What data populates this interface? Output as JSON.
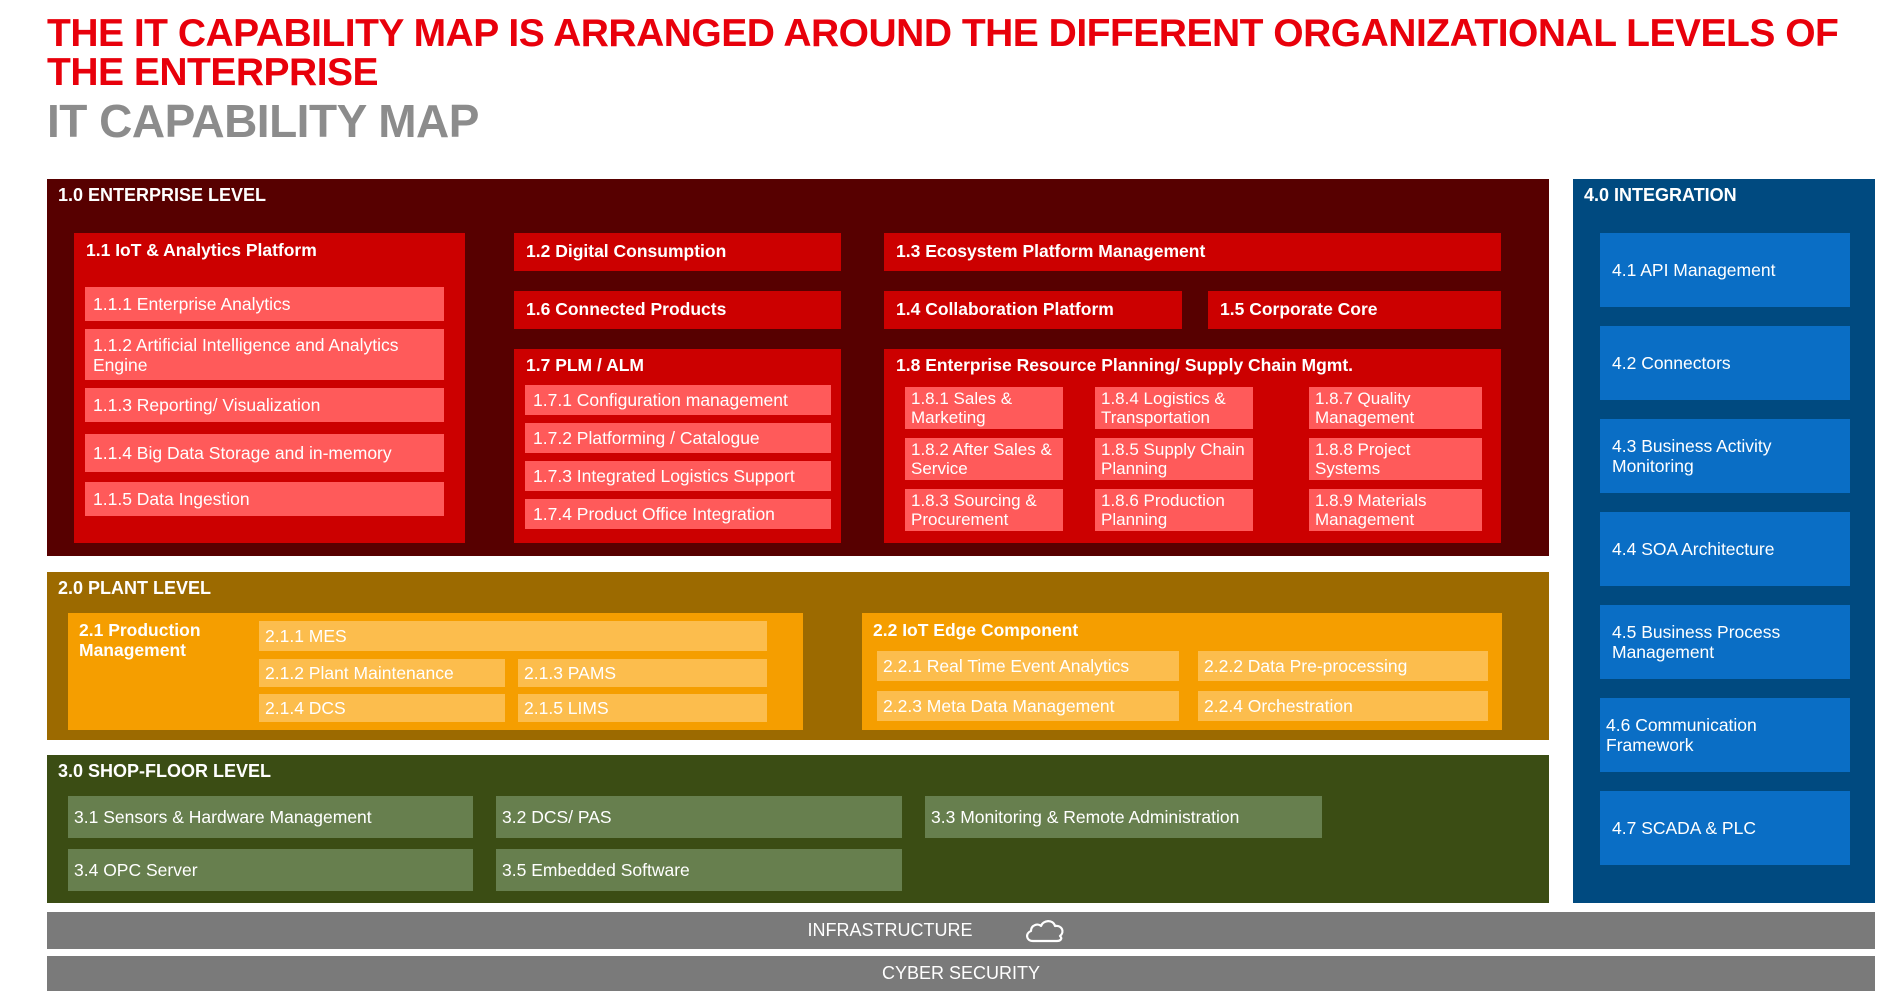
{
  "title": "THE IT CAPABILITY MAP IS ARRANGED AROUND THE DIFFERENT ORGANIZATIONAL LEVELS OF THE ENTERPRISE",
  "subtitle": "IT CAPABILITY MAP",
  "enterprise": {
    "label": "1.0 ENTERPRISE LEVEL",
    "iot": {
      "label": "1.1 IoT & Analytics Platform",
      "items": [
        "1.1.1 Enterprise Analytics",
        "1.1.2 Artificial Intelligence and Analytics Engine",
        "1.1.3 Reporting/ Visualization",
        "1.1.4 Big Data Storage and in-memory",
        "1.1.5 Data Ingestion"
      ]
    },
    "digital_consumption": "1.2 Digital Consumption",
    "ecosystem": "1.3 Ecosystem Platform Management",
    "connected_products": "1.6 Connected Products",
    "collaboration": "1.4 Collaboration Platform",
    "corporate_core": "1.5 Corporate Core",
    "plm": {
      "label": "1.7 PLM / ALM",
      "items": [
        "1.7.1 Configuration management",
        "1.7.2 Platforming / Catalogue",
        "1.7.3 Integrated Logistics Support",
        "1.7.4 Product Office Integration"
      ]
    },
    "erp": {
      "label": "1.8 Enterprise Resource Planning/ Supply Chain Mgmt.",
      "items": [
        "1.8.1 Sales & Marketing",
        "1.8.4 Logistics & Transportation",
        "1.8.7 Quality Management",
        "1.8.2 After Sales & Service",
        "1.8.5 Supply Chain Planning",
        "1.8.8 Project Systems",
        "1.8.3 Sourcing & Procurement",
        "1.8.6 Production Planning",
        "1.8.9 Materials Management"
      ]
    }
  },
  "plant": {
    "label": "2.0 PLANT LEVEL",
    "production": {
      "label": "2.1 Production Management",
      "items": [
        "2.1.1 MES",
        "2.1.2 Plant Maintenance",
        "2.1.3 PAMS",
        "2.1.4 DCS",
        "2.1.5 LIMS"
      ]
    },
    "edge": {
      "label": "2.2 IoT Edge Component",
      "items": [
        "2.2.1 Real Time Event Analytics",
        "2.2.2 Data Pre-processing",
        "2.2.3 Meta Data Management",
        "2.2.4 Orchestration"
      ]
    }
  },
  "shop": {
    "label": "3.0 SHOP-FLOOR LEVEL",
    "items": [
      "3.1 Sensors & Hardware Management",
      "3.2 DCS/ PAS",
      "3.3 Monitoring & Remote Administration",
      "3.4 OPC Server",
      "3.5 Embedded Software"
    ]
  },
  "integration": {
    "label": "4.0 INTEGRATION",
    "items": [
      "4.1 API Management",
      "4.2 Connectors",
      "4.3 Business Activity Monitoring",
      "4.4 SOA Architecture",
      "4.5 Business Process Management",
      "4.6 Communication Framework",
      "4.7 SCADA & PLC"
    ]
  },
  "infrastructure": "INFRASTRUCTURE",
  "cyber_security": "CYBER SECURITY",
  "icons": {
    "infrastructure": "cloud-icon"
  }
}
